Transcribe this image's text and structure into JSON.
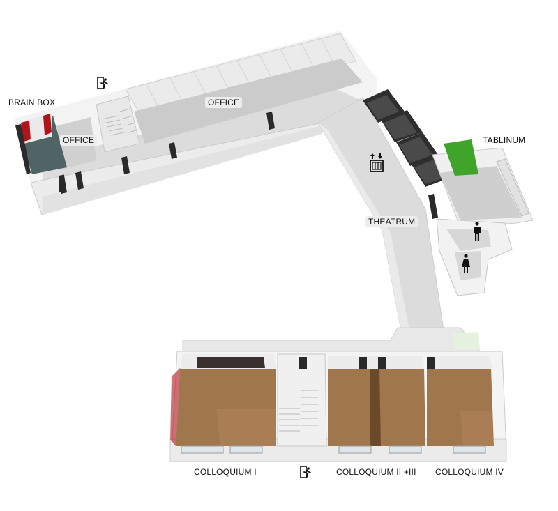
{
  "labels": {
    "brain_box": "BRAIN BOX",
    "office_left": "OFFICE",
    "office_top": "OFFICE",
    "tablinum": "TABLINUM",
    "theatrum": "THEATRUM",
    "colloquium_1": "COLLOQUIUM I",
    "colloquium_2_3": "COLLOQUIUM II +III",
    "colloquium_4": "COLLOQUIUM IV"
  },
  "icons": {
    "exit_top": "emergency-exit-icon",
    "exit_bottom": "emergency-exit-icon",
    "elevator": "elevator-icon",
    "restroom_men": "men-restroom-icon",
    "restroom_women": "women-restroom-icon"
  },
  "colors": {
    "floor": "#d9d9d9",
    "wall": "#f2f2f2",
    "wall_shadow": "#c4c4c4",
    "wood_floor": "#a0764c",
    "dark_wall": "#2b2b2b",
    "brain_box_red": "#b0141b",
    "tablinum_green": "#3fa52a",
    "brain_box_floor": "#4f6565"
  }
}
